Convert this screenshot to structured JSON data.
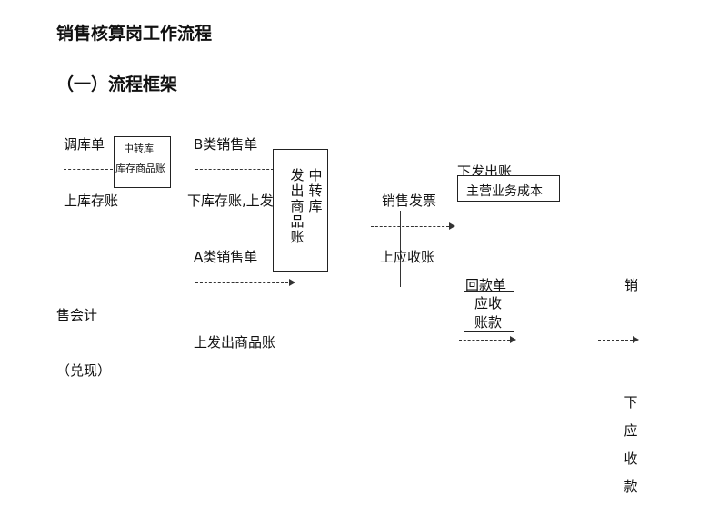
{
  "doc": {
    "title": "销售核算岗工作流程",
    "section": "（一）流程框架"
  },
  "flow": {
    "diaokudan": "调库单",
    "zhongzhuanku_box_line1": "中转库",
    "zhongzhuanku_box_line2": "库存商品账",
    "shang_kucun": "上库存账",
    "b_sales": "B类销售单",
    "xia_kucun": "下库存账,上发出",
    "fachu_box_col1": "中转库",
    "fachu_box_col2": "发出商品账",
    "a_sales": "A类销售单",
    "shang_fachu": "上发出商品账",
    "sales_invoice": "销售发票",
    "shang_yingshou": "上应收账",
    "xia_fachu": "下发出账",
    "main_cost_box": "主营业务成本",
    "huikuandan": "回款单",
    "yingshou_box_line1": "应收",
    "yingshou_box_line2": "账款",
    "xiao": "销",
    "sales_accountant": "售会计",
    "duixian": "（兑现）",
    "xia_yingshou_vertical": "下应收款"
  }
}
